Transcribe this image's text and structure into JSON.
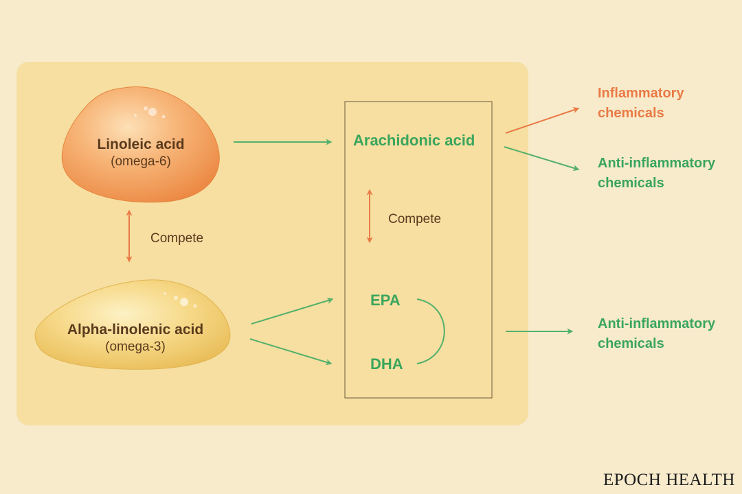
{
  "linoleic": {
    "name": "Linoleic acid",
    "type": "(omega-6)"
  },
  "alpha_linolenic": {
    "name": "Alpha-linolenic acid",
    "type": "(omega-3)"
  },
  "compete_left": "Compete",
  "compete_right": "Compete",
  "arachidonic": "Arachidonic acid",
  "epa": "EPA",
  "dha": "DHA",
  "outputs": {
    "inflammatory": [
      "Inflammatory",
      "chemicals"
    ],
    "anti_top": [
      "Anti-inflammatory",
      "chemicals"
    ],
    "anti_bottom": [
      "Anti-inflammatory",
      "chemicals"
    ]
  },
  "brand": "EPOCH HEALTH",
  "colors": {
    "background": "#f7ebcc",
    "panel": "#f6dfa1",
    "green": "#3aa55c",
    "orange": "#ea7a45",
    "dark_text": "#5a3a1d"
  }
}
